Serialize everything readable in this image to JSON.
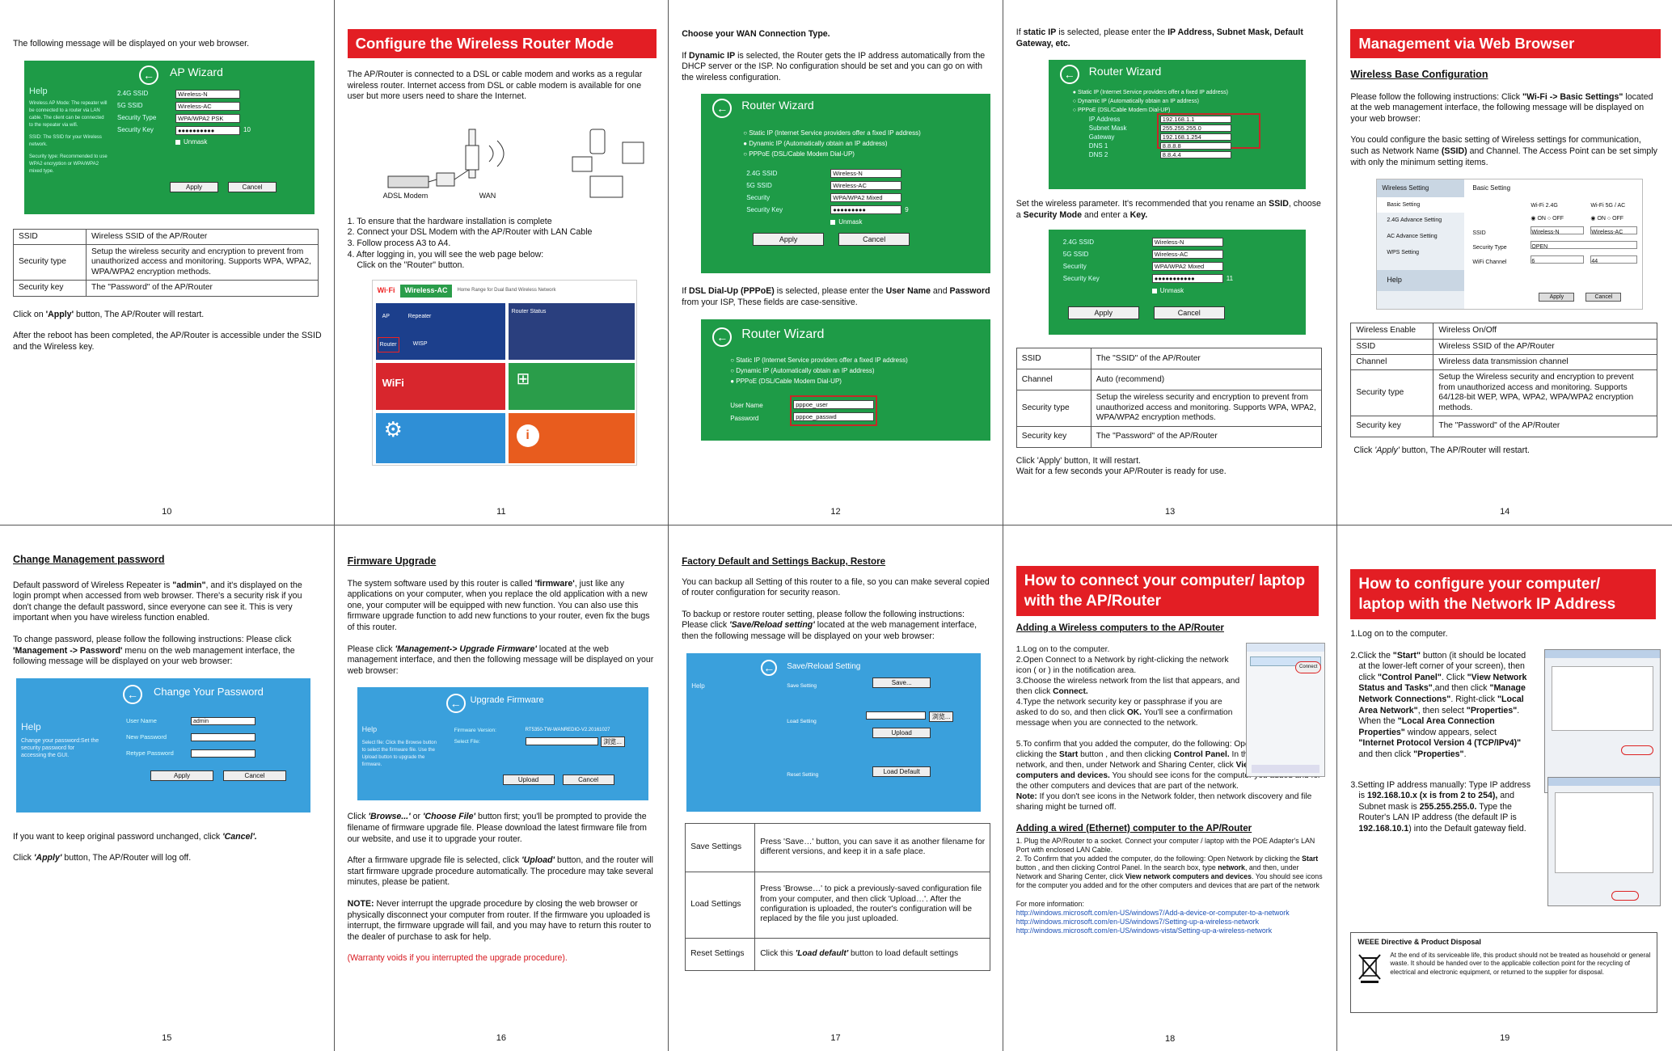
{
  "p10": {
    "intro": "The following message will be displayed on your web browser.",
    "wiz_title": "AP Wizard",
    "help_title": "Help",
    "help_text1": "Wireless AP Mode: The repeater will be connected to a router via LAN cable. The client can be connected to the repeater via wifi.",
    "help_text2": "SSID: The SSID for your Wireless network.",
    "help_text3": "Security type: Recommended to use WPA2 encryption or WPA/WPA2 mixed type.",
    "f_ssid24": "2.4G SSID",
    "v_ssid24": "Wireless-N",
    "f_ssid5": "5G SSID",
    "v_ssid5": "Wireless-AC",
    "f_sec": "Security Type",
    "v_sec": "WPA/WPA2 PSK",
    "f_key": "Security Key",
    "v_key": "●●●●●●●●●●",
    "key_len": "10",
    "unmask": "Unmask",
    "apply": "Apply",
    "cancel": "Cancel",
    "table": [
      [
        "SSID",
        "Wireless SSID of the AP/Router"
      ],
      [
        "Security type",
        "Setup the wireless security and encryption to prevent from unauthorized access and monitoring. Supports WPA, WPA2, WPA/WPA2 encryption methods."
      ],
      [
        "Security key",
        "The \"Password\" of the AP/Router"
      ]
    ],
    "click_pre": "Click on ",
    "click_b": "'Apply'",
    "click_post": " button, The AP/Router will restart.",
    "reboot": "After the reboot has been completed, the AP/Router is accessible under the SSID and the Wireless key.",
    "num": "10"
  },
  "p11": {
    "banner": "Configure the Wireless Router Mode",
    "intro": "The AP/Router is connected to a DSL or cable modem and works as a regular wireless router. Internet access from DSL or cable modem is available for one user but more users need to share the Internet.",
    "adsl": "ADSL Modem",
    "wan": "WAN",
    "steps": [
      "To ensure that the hardware installation is complete",
      "Connect your DSL Modem with the AP/Router with LAN Cable",
      "Follow process A3 to A4.",
      "After logging in, you will see the web page below:"
    ],
    "step4b": "Click on the \"Router\" button.",
    "ui_brand": "Wireless-AC",
    "ui_sub": "Home Range for Dual Band Wireless Network",
    "t_ap": "AP",
    "t_repeater": "Repeater",
    "t_router": "Router",
    "t_wisp": "WISP",
    "status": "Router Status",
    "wifi": "WiFi",
    "num": "11"
  },
  "p12": {
    "h": "Choose your WAN Connection Type.",
    "dyn_pre": "If ",
    "dyn_b": "Dynamic IP",
    "dyn_post": " is selected, the Router gets the IP address automatically from the DHCP server or the ISP. No configuration should be set and you can go on with the wireless configuration.",
    "wiz": "Router Wizard",
    "o1": "Static IP (Internet Service providers offer a fixed IP address)",
    "o2": "Dynamic IP (Automatically obtain an IP address)",
    "o3": "PPPoE (DSL/Cable Modem Dial-UP)",
    "f1": "2.4G SSID",
    "v1": "Wireless-N",
    "f2": "5G SSID",
    "v2": "Wireless-AC",
    "f3": "Security",
    "v3": "WPA/WPA2 Mixed",
    "f4": "Security Key",
    "v4": "●●●●●●●●●",
    "v4n": "9",
    "unmask": "Unmask",
    "apply": "Apply",
    "cancel": "Cancel",
    "pppoe_pre": "If ",
    "pppoe_b": "DSL Dial-Up (PPPoE)",
    "pppoe_mid": " is selected, please enter the ",
    "pppoe_b2": "User Name",
    "pppoe_and": " and ",
    "pppoe_b3": "Password",
    "pppoe_post": " from your ISP, These fields are case-sensitive.",
    "un": "User Name",
    "unv": "pppoe_user",
    "pw": "Password",
    "pwv": "pppoe_passwd",
    "num": "12"
  },
  "p13": {
    "h_pre": "If ",
    "h_b": "static IP",
    "h_mid": " is selected, please enter the ",
    "h_b2": "IP Address, Subnet Mask, Default Gateway, etc.",
    "wiz": "Router Wizard",
    "ip": "IP Address",
    "ipv": "192.168.1.1",
    "sm": "Subnet Mask",
    "smv": "255.255.255.0",
    "gw": "Gateway",
    "gwv": "192.168.1.254",
    "d1": "DNS 1",
    "d1v": "8.8.8.8",
    "d2": "DNS 2",
    "d2v": "8.8.4.4",
    "set_pre": "Set the wireless parameter. It's recommended that you rename an ",
    "set_b": "SSID",
    "set_mid": ", choose a ",
    "set_b2": "Security Mode",
    "set_and": " and enter a ",
    "set_b3": "Key.",
    "f1": "2.4G SSID",
    "v1": "Wireless-N",
    "f2": "5G SSID",
    "v2": "Wireless-AC",
    "f3": "Security",
    "v3": "WPA/WPA2 Mixed",
    "f4": "Security Key",
    "v4": "●●●●●●●●●●●",
    "v4n": "11",
    "unmask": "Unmask",
    "apply": "Apply",
    "cancel": "Cancel",
    "table": [
      [
        "SSID",
        "The \"SSID\"  of the AP/Router"
      ],
      [
        "Channel",
        "Auto (recommend)"
      ],
      [
        "Security type",
        "Setup the wireless security and encryption to prevent from unauthorized access and monitoring. Supports WPA, WPA2, WPA/WPA2 encryption methods."
      ],
      [
        "Security key",
        "The \"Password\"  of the AP/Router"
      ]
    ],
    "c1": "Click 'Apply' button, It will restart.",
    "c2": "Wait for a few seconds your AP/Router is ready for use.",
    "num": "13"
  },
  "p14": {
    "banner": "Management via Web Browser",
    "h": "Wireless Base Configuration",
    "p1_pre": "Please follow the following instructions: Click ",
    "p1_b": "\"Wi-Fi -> Basic Settings\"",
    "p1_post": " located at the web management interface, the following message will be displayed on your web browser:",
    "p2_pre": "You could configure the basic setting of Wireless settings for communication, such as Network Name ",
    "p2_b": "(SSID)",
    "p2_post": " and Channel. The Access Point can be set simply with only the minimum setting items.",
    "ui_menu": "Wireless Setting",
    "ui_basic": "Basic Setting",
    "ui_m2": "2.4G Advance Setting",
    "ui_m3": "AC Advance Setting",
    "ui_m4": "WPS Setting",
    "ui_help": "Help",
    "ui_w24": "Wi-Fi 2.4G",
    "ui_w5": "Wi-Fi 5G / AC",
    "ui_on": "ON",
    "ui_off": "OFF",
    "ui_ssid": "SSID",
    "ui_sec": "Security Type",
    "ui_ch": "WiFi Channel",
    "ui_v1": "Wireless-N",
    "ui_v2": "Wireless-AC",
    "ui_open": "OPEN",
    "ui_c1": "6",
    "ui_c2": "44",
    "ui_apply": "Apply",
    "ui_cancel": "Cancel",
    "table": [
      [
        "Wireless Enable",
        "Wireless On/Off"
      ],
      [
        "SSID",
        "Wireless SSID of the AP/Router"
      ],
      [
        "Channel",
        "Wireless data transmission channel"
      ],
      [
        "Security type",
        "Setup the Wireless security and encryption to prevent from unauthorized access and monitoring. Supports 64/128-bit WEP, WPA, WPA2, WPA/WPA2 encryption methods."
      ],
      [
        "Security key",
        "The \"Password\" of the AP/Router"
      ]
    ],
    "c_pre": "Click ",
    "c_b": "'Apply'",
    "c_post": " button, The AP/Router will restart.",
    "num": "14"
  },
  "p15": {
    "h": "Change Management password",
    "p1_pre": "Default password of Wireless Repeater is ",
    "p1_b": "\"admin\"",
    "p1_post": ", and it's displayed on the login prompt when accessed from web browser. There's a security risk if you don't change the default password, since everyone can see it. This is very important when you have wireless function enabled.",
    "p2_pre": "To change password, please follow the following instructions: Please click ",
    "p2_b": "'Management -> Password'",
    "p2_post": " menu on the web management interface, the following message will be displayed on your web browser:",
    "ui_title": "Change Your Password",
    "ui_help": "Help",
    "ui_help_text": "Change your password:Set the security password for accessing the GUI.",
    "ui_user": "User Name",
    "ui_userv": "admin",
    "ui_new": "New Password",
    "ui_re": "Retype Password",
    "ui_apply": "Apply",
    "ui_cancel": "Cancel",
    "p3_pre": "If you want to keep original password unchanged, click ",
    "p3_b": "'Cancel'.",
    "p4_pre": "Click ",
    "p4_b": "'Apply'",
    "p4_post": " button, The AP/Router will log off.",
    "num": "15"
  },
  "p16": {
    "h": "Firmware Upgrade",
    "p1_pre": "The system software used by this router is called ",
    "p1_b": "'firmware'",
    "p1_post": ", just like any applications on your computer, when you replace the old application with a new one, your computer will be equipped with new function. You can also use this firmware upgrade function to add new functions to your router, even fix the bugs of this router.",
    "p2_pre": "Please click ",
    "p2_b": "'Management-> Upgrade Firmware'",
    "p2_post": " located at the web management interface, and then the following message will be displayed on your web browser:",
    "ui_title": "Upgrade Firmware",
    "ui_help": "Help",
    "ui_help_text": "Select file: Click the Browse button to select the firmware file. Use the Upload button to upgrade the firmware.",
    "ui_ver": "Firmware Version:",
    "ui_verv": "RT5350-TW-WANREDIO-V2.20161027",
    "ui_file": "Select File:",
    "ui_browse": "浏览...",
    "ui_upload": "Upload",
    "ui_cancel": "Cancel",
    "p3_pre": "Click ",
    "p3_b": "'Browse...'",
    "p3_or": " or ",
    "p3_b2": "'Choose File'",
    "p3_post": " button first; you'll be prompted to provide the filename of firmware upgrade file. Please download the latest firmware file from our website, and use it to upgrade your router.",
    "p4_pre": "After a firmware upgrade file is selected, click ",
    "p4_b": "'Upload'",
    "p4_post": " button, and the router will start firmware upgrade procedure automatically. The procedure may take several minutes, please be patient.",
    "p5_b": "NOTE:",
    "p5_post": " Never interrupt the upgrade procedure by closing the web browser or physically disconnect your computer from router. If the firmware you uploaded is interrupt, the firmware upgrade will fail, and you may have to return this router to the dealer of purchase to ask for help.",
    "warn": "(Warranty voids if you interrupted the upgrade procedure).",
    "num": "16"
  },
  "p17": {
    "h": "Factory Default and Settings Backup, Restore",
    "p1": "You can backup all Setting of this router to a file, so you can make several copied of router configuration for security reason.",
    "p2_a": "To backup or restore router setting, please follow the following instructions:",
    "p2_pre": "Please click ",
    "p2_b": "'Save/Reload setting'",
    "p2_post": " located at the web management interface, then the following message will be displayed on your web browser:",
    "ui_title": "Save/Reload Setting",
    "ui_help": "Help",
    "ui_save": "Save Setting",
    "ui_savebtn": "Save...",
    "ui_load": "Load Setting",
    "ui_browse": "浏览...",
    "ui_upload": "Upload",
    "ui_reset": "Reset Setting",
    "ui_default": "Load Default",
    "t_save": "Save Settings",
    "t_save_d": "Press 'Save…' button, you can save it as another filename for different versions, and keep it in a safe place.",
    "t_load": "Load Settings",
    "t_load_d": "Press 'Browse…' to pick a previously-saved configuration file from your computer, and then click 'Upload…'. After the configuration is uploaded, the router's configuration will be replaced by the file you just uploaded.",
    "t_reset": "Reset Settings",
    "t_reset_pre": "Click this ",
    "t_reset_b": "'Load default'",
    "t_reset_post": " button to load default settings",
    "num": "17"
  },
  "p18": {
    "banner": "How to connect your computer/ laptop with the AP/Router",
    "h1": "Adding a Wireless computers to the AP/Router",
    "s1": "1.Log on to the computer.",
    "s2": "2.Open Connect to a Network by right-clicking the network icon (     or      ) in the notification area.",
    "s3_pre": "3.Choose the wireless network from the list that appears, and then click ",
    "s3_b": "Connect.",
    "s4_pre": "4.Type the network security key or passphrase if you are asked to do so, and then click ",
    "s4_b": "OK.",
    "s4_post": " You'll see a confirmation message when you are connected to the network.",
    "s5_pre": "5.To confirm that you added the computer, do the following: Open Network by clicking the ",
    "s5_b": "Start",
    "s5_mid": " button      , and then clicking ",
    "s5_b2": "Control Panel.",
    "s5_mid2": " In the search box, type network, and then, under Network and Sharing Center, click ",
    "s5_b3": "View network computers and devices.",
    "s5_post": " You should see icons      for the computer you added and for the other computers and devices that are part of the network.",
    "note_b": "Note:",
    "note_post": " If you don't see icons      in the Network folder, then network discovery and file sharing might be turned off.",
    "h2": "Adding a wired (Ethernet) computer to the AP/Router",
    "w1": "1. Plug the AP/Router to a socket. Connect your computer / laptop with the POE Adapter's LAN Port with enclosed LAN Cable.",
    "w2_pre": "2. To Confirm that you added the computer, do the following: Open Network by clicking the ",
    "w2_b": "Start",
    "w2_mid": " button      , and then clicking Control Panel. In the search box, type ",
    "w2_b2": "network",
    "w2_mid2": ", and then, under Network and Sharing Center, click ",
    "w2_b3": "View network computers and devices",
    "w2_post": ".  You should see icons      for the computer you added and for the other computers and devices that are part of the network",
    "more": "For more information:",
    "l1": "http://windows.microsoft.com/en-US/windows7/Add-a-device-or-computer-to-a-network",
    "l2": "http://windows.microsoft.com/en-US/windows7/Setting-up-a-wireless-network",
    "l3": "http://windows.microsoft.com/en-US/windows-vista/Setting-up-a-wireless-network",
    "connect": "Connect",
    "num": "18"
  },
  "p19": {
    "banner": "How to configure your computer/ laptop with the Network IP Address",
    "s1": "1.Log on to the computer.",
    "s2_pre": "2.Click the ",
    "s2_b": "\"Start\"",
    "s2_mid": " button (it should be located at the lower-left corner of your screen), then click ",
    "s2_b2": "\"Control Panel\"",
    "s2_mid2": ". Click ",
    "s2_b3": "\"View Network Status and Tasks\"",
    "s2_mid3": ",and then click ",
    "s2_b4": "\"Manage Network Connections\"",
    "s2_mid4": ". Right-click ",
    "s2_b5": "\"Local Area Network\"",
    "s2_mid5": ", then select ",
    "s2_b6": "\"Properties\"",
    "s2_mid6": ". When the ",
    "s2_b7": "\"Local Area Connection Properties\"",
    "s2_mid7": " window appears, select ",
    "s2_b8": "\"Internet Protocol Version 4 (TCP/IPv4)\"",
    "s2_mid8": " and then click ",
    "s2_b9": "\"Properties\"",
    "s2_post": ".",
    "s3_pre": "3.Setting IP address manually: Type IP address is ",
    "s3_b": "192.168.10.x (x is from 2 to 254),",
    "s3_mid": " and Subnet mask is ",
    "s3_b2": "255.255.255.0.",
    "s3_mid2": " Type the Router's LAN IP address (the default IP is ",
    "s3_b3": "192.168.10.1",
    "s3_post": ") into the Default gateway field.",
    "weee_h": "WEEE Directive & Product Disposal",
    "weee": "At the end of its serviceable life, this product should not be treated as household or general waste. It should be handed over to the applicable collection point for the recycling of electrical and electronic equipment, or returned to the supplier for disposal.",
    "num": "19"
  }
}
